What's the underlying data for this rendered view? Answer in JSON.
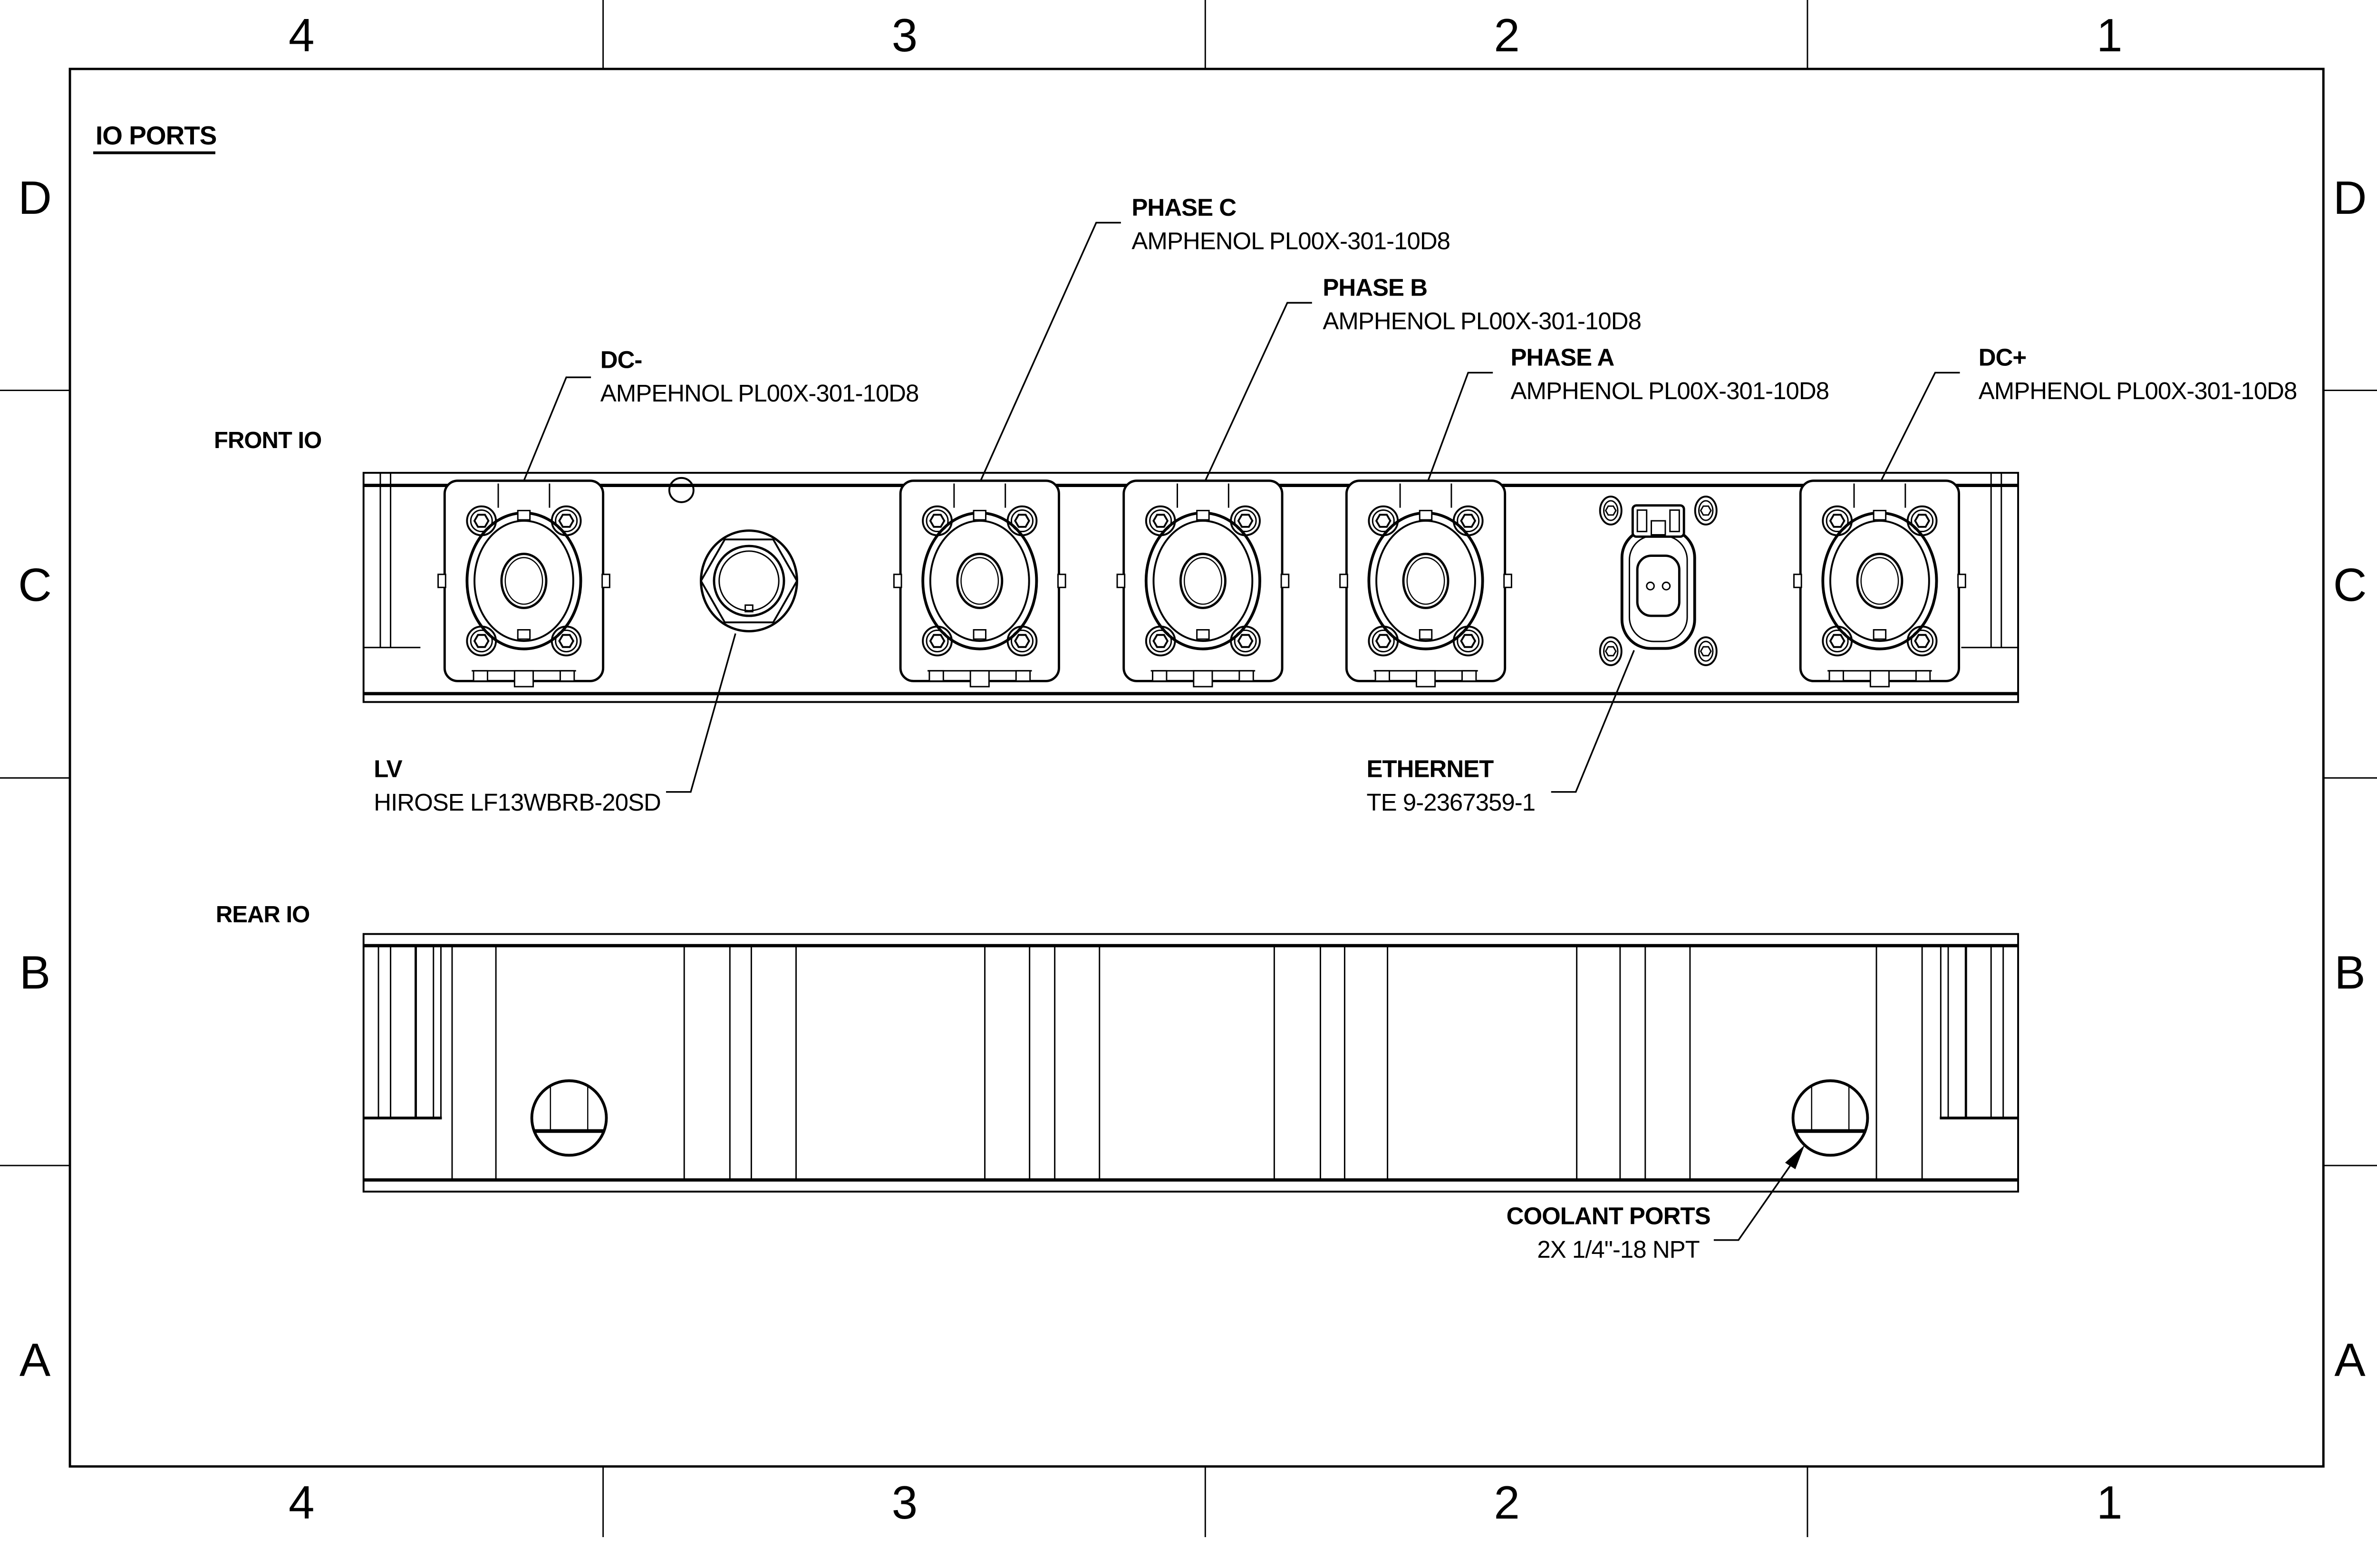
{
  "title": "IO PORTS",
  "grid": {
    "cols": [
      "4",
      "3",
      "2",
      "1"
    ],
    "rows": [
      "D",
      "C",
      "B",
      "A"
    ]
  },
  "front": {
    "label": "FRONT IO",
    "dc_minus": {
      "name": "DC-",
      "part": "AMPEHNOL PL00X-301-10D8"
    },
    "phase_c": {
      "name": "PHASE C",
      "part": "AMPHENOL PL00X-301-10D8"
    },
    "phase_b": {
      "name": "PHASE B",
      "part": "AMPHENOL PL00X-301-10D8"
    },
    "phase_a": {
      "name": "PHASE A",
      "part": "AMPHENOL PL00X-301-10D8"
    },
    "dc_plus": {
      "name": "DC+",
      "part": "AMPHENOL PL00X-301-10D8"
    },
    "lv": {
      "name": "LV",
      "part": "HIROSE LF13WBRB-20SD"
    },
    "ethernet": {
      "name": "ETHERNET",
      "part": "TE 9-2367359-1"
    }
  },
  "rear": {
    "label": "REAR IO",
    "coolant": {
      "name": "COOLANT PORTS",
      "part": "2X 1/4\"-18 NPT"
    }
  },
  "colors": {
    "ink": "#000000",
    "paper": "#ffffff"
  }
}
